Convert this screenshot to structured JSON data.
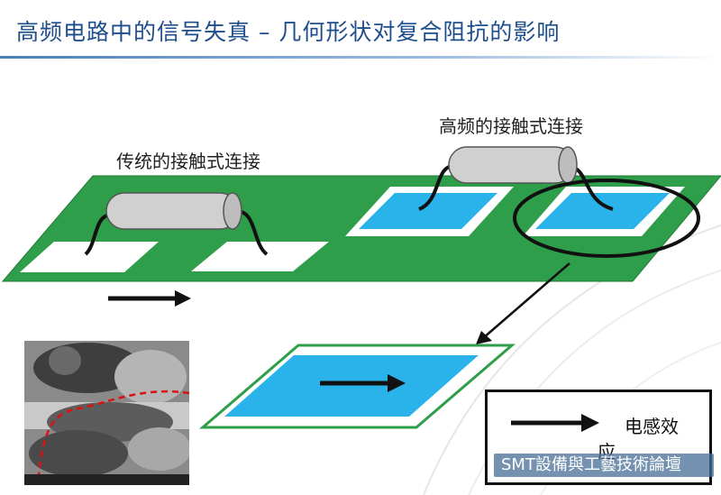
{
  "title": "高频电路中的信号失真 – 几何形状对复合阻抗的影响",
  "labels": {
    "high_frequency_contact": "高频的接触式连接",
    "traditional_contact": "传统的接触式连接"
  },
  "legend": {
    "line1": "电感效",
    "line2": "应"
  },
  "watermark": "SMT設備與工藝技術論壇",
  "colors": {
    "board": "#2f9e4a",
    "pad_blue": "#2ab3ea",
    "pad_white": "#ffffff",
    "resistor": "#d0d0d0",
    "title": "#1f4e8c"
  }
}
